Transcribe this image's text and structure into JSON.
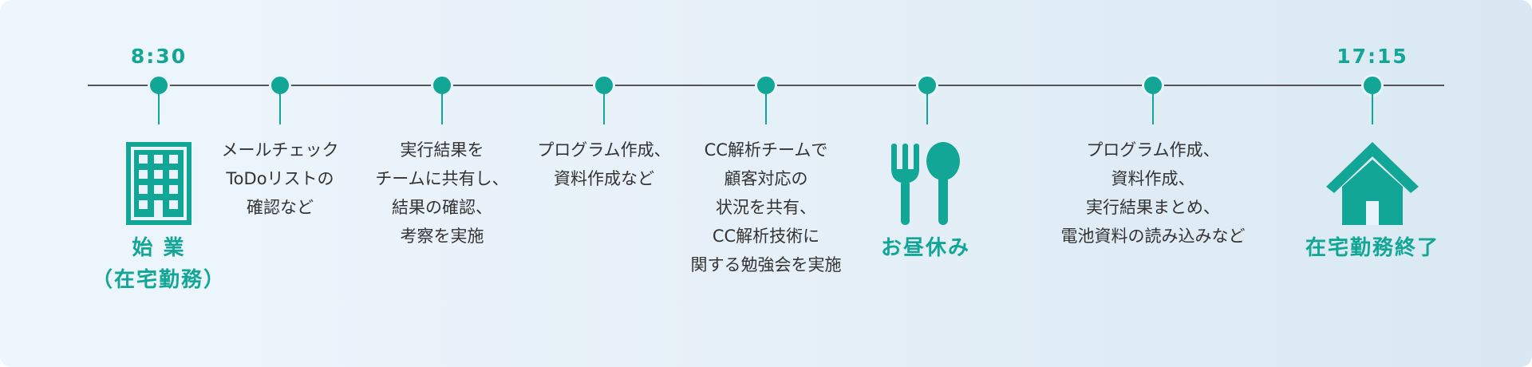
{
  "colors": {
    "accent": "#11a696",
    "line": "#555555",
    "text": "#333333"
  },
  "timeline": {
    "start_time": "8:30",
    "end_time": "17:15",
    "start_label": "始 業\n（在宅勤務）",
    "lunch_label": "お昼休み",
    "end_label": "在宅勤務終了",
    "icons": {
      "start": "office-building-icon",
      "lunch": "fork-spoon-icon",
      "end": "house-icon"
    },
    "tasks": [
      "メールチェック\nToDoリストの\n確認など",
      "実行結果を\nチームに共有し、\n結果の確認、\n考察を実施",
      "プログラム作成、\n資料作成など",
      "CC解析チームで\n顧客対応の\n状況を共有、\nCC解析技術に\n関する勉強会を実施",
      "プログラム作成、\n資料作成、\n実行結果まとめ、\n電池資料の読み込みなど"
    ]
  }
}
